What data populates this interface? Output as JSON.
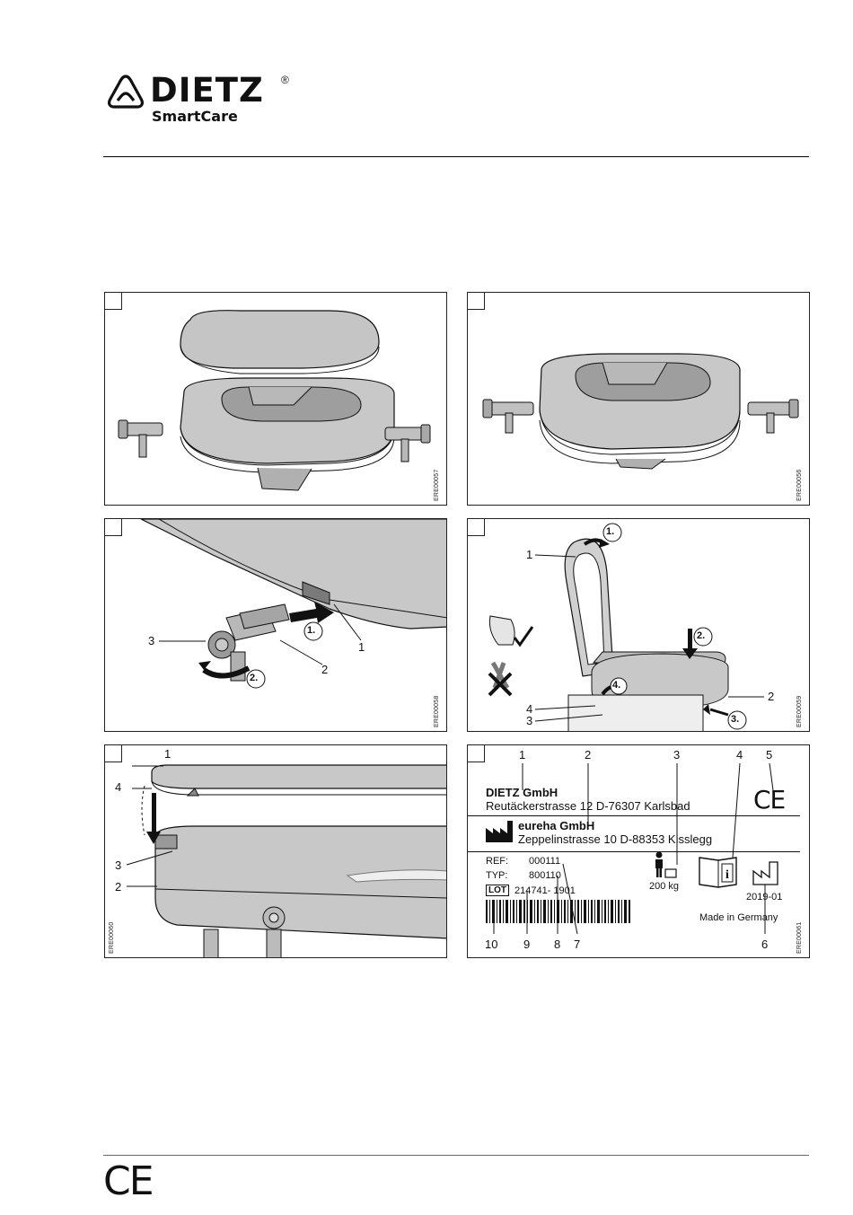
{
  "brand": {
    "name": "DIETZ",
    "registered": "®",
    "sub": "SmartCare"
  },
  "panels": [
    {
      "code": "ERE00057"
    },
    {
      "code": "ERE00056"
    },
    {
      "code": "ERE00058",
      "callouts": [
        "1",
        "2",
        "3"
      ],
      "steps": [
        "1.",
        "2."
      ]
    },
    {
      "code": "ERE00059",
      "callouts": [
        "1",
        "2",
        "3",
        "4"
      ],
      "steps": [
        "1.",
        "2.",
        "3.",
        "4."
      ]
    },
    {
      "code": "ERE00060",
      "callouts": [
        "1",
        "2",
        "3",
        "4"
      ]
    },
    {
      "code": "ERE00061"
    }
  ],
  "product_label": {
    "callouts_top": [
      "1",
      "2",
      "3",
      "4",
      "5"
    ],
    "callouts_bottom": [
      "10",
      "9",
      "8",
      "7",
      "6"
    ],
    "company": "DIETZ GmbH",
    "company_address": "Reutäckerstrasse 12  D-76307 Karlsbad",
    "manufacturer": "eureha GmbH",
    "manufacturer_address": "Zeppelinstrasse 10 D-88353 Kisslegg",
    "ref_label": "REF:",
    "ref_value": "000111",
    "typ_label": "TYP:",
    "typ_value": "800110",
    "lot_label": "LOT",
    "lot_value": "214741- 1901",
    "weight": "200 kg",
    "date": "2019-01",
    "made_in": "Made in Germany",
    "ce": "CE"
  },
  "footer": {
    "ce": "CE"
  },
  "colors": {
    "plastic": "#c8c8c8",
    "plastic_dark": "#8a8a8a",
    "line": "#111111"
  }
}
